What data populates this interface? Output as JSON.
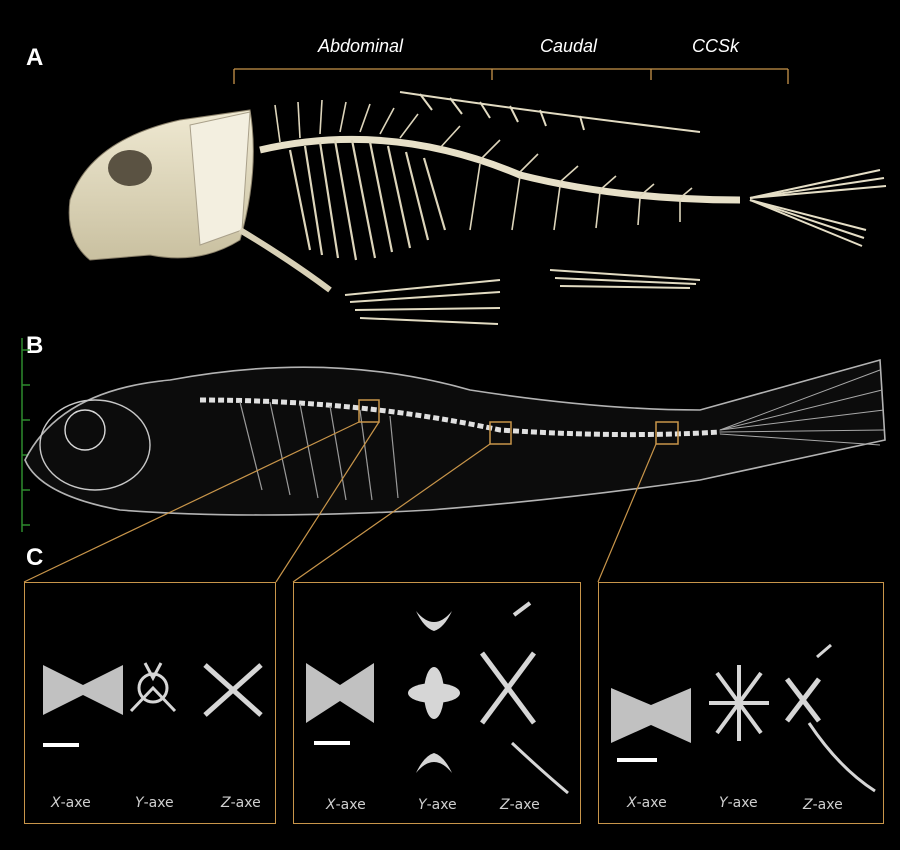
{
  "panels": {
    "a": "A",
    "b": "B",
    "c": "C"
  },
  "regions": [
    {
      "label": "Abdominal"
    },
    {
      "label": "Caudal"
    },
    {
      "label": "CCSk"
    }
  ],
  "ct_boxes": [
    {
      "x": "X",
      "y": "Y",
      "z": "Z",
      "suffix": "-axe"
    },
    {
      "x": "X",
      "y": "Y",
      "z": "Z",
      "suffix": "-axe"
    },
    {
      "x": "X",
      "y": "Y",
      "z": "Z",
      "suffix": "-axe"
    }
  ],
  "colors": {
    "bracket": "#c8954a",
    "bone": "#e8e2c8",
    "xray": "#d8d8d8",
    "scale_ruler": "#2e8b2e"
  }
}
